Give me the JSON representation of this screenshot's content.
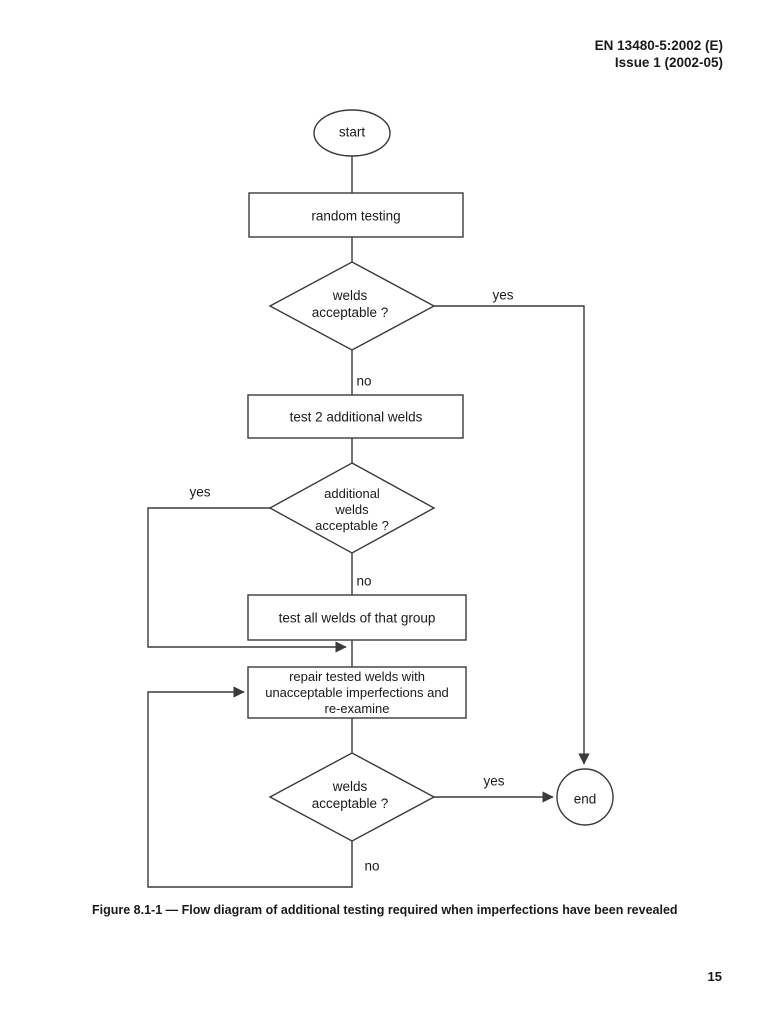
{
  "header": {
    "doc_ref": "EN 13480-5:2002 (E)",
    "issue": "Issue 1 (2002-05)"
  },
  "diagram": {
    "nodes": {
      "start": "start",
      "random_testing": "random testing",
      "welds_acceptable_1": "welds\nacceptable ?",
      "test_2_additional": "test 2 additional welds",
      "additional_welds_acceptable": "additional\nwelds\nacceptable ?",
      "test_all_welds": "test all welds of that group",
      "repair": "repair tested welds with\nunacceptable imperfections and\nre-examine",
      "welds_acceptable_2": "welds\nacceptable ?",
      "end": "end"
    },
    "edge_labels": {
      "yes_1": "yes",
      "no_1": "no",
      "yes_2": "yes",
      "no_2": "no",
      "yes_3": "yes",
      "no_3": "no"
    }
  },
  "colors": {
    "ink": "#1a1a1a",
    "line": "#3a3a3a"
  },
  "caption": "Figure 8.1-1 — Flow diagram of additional testing required when imperfections have been revealed",
  "page_number": "15"
}
